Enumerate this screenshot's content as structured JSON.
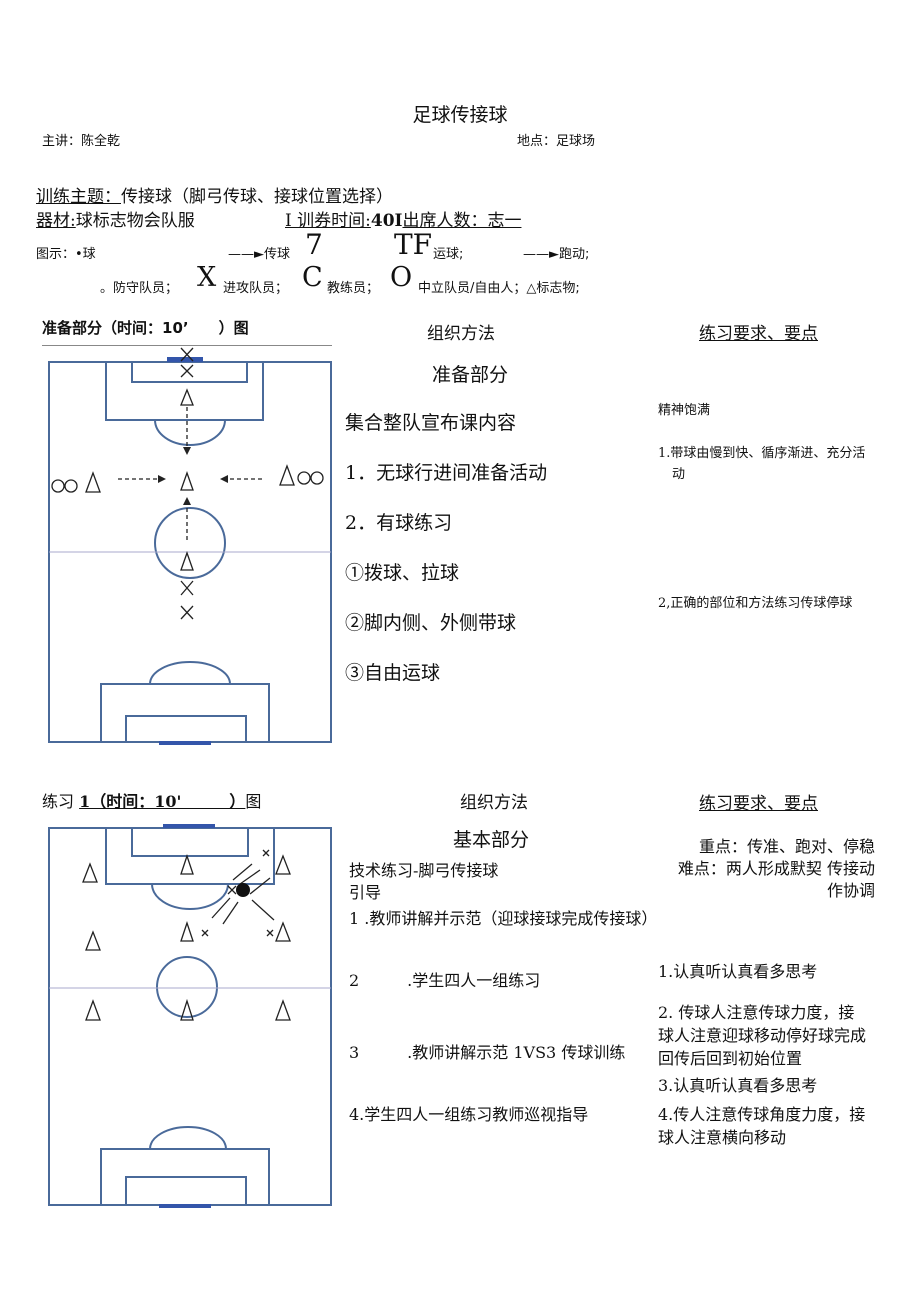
{
  "title": "足球传接球",
  "lecturer": "主讲：陈全乾",
  "location": "地点：足球场",
  "theme_label": "训练主题：",
  "theme_value": "传接球（脚弓传球、接球位置选择）",
  "equipment_label": "器材:",
  "equipment_value": "球标志物会队服",
  "time_label": "I 训券时间:",
  "time_value": "40I",
  "attendance": "出席人数：志一",
  "legend_line1": {
    "label": "图示：•球",
    "pass": "——►传球",
    "pass_mark": "7",
    "dribble_mark": "TF",
    "dribble": "运球;",
    "run": "——►跑动;"
  },
  "legend_line2": {
    "defender_pre": "。防守队员；",
    "attacker_mark": "X",
    "attacker": "进攻队员；",
    "coach_mark": "C",
    "coach": "教练员；",
    "neutral_mark": "O",
    "neutral": "中立队员/自由人；△标志物;"
  },
  "section1": {
    "diagram_title": "准备部分（时间：10’　　）图",
    "org_header": "组织方法",
    "req_header": "练习要求、要点",
    "org_lines": [
      "准备部分",
      "集合整队宣布课内容",
      "1．无球行进间准备活动",
      "2．有球练习",
      "①拨球、拉球",
      "②脚内侧、外侧带球",
      "③自由运球"
    ],
    "req_lines": [
      "精神饱满",
      "1.带球由慢到快、循序渐进、充分活动",
      "2,正确的部位和方法练习传球停球"
    ]
  },
  "section2": {
    "diagram_title_prefix": "练习",
    "diagram_title_num": "1（时间：10'　　　）",
    "diagram_title_suffix": "图",
    "org_header": "组织方法",
    "req_header": "练习要求、要点",
    "org_heading": "基本部分",
    "org_lines": [
      "技术练习-脚弓传接球",
      "引导",
      "1 .教师讲解并示范（迎球接球完成传接球）",
      "2　　　.学生四人一组练习",
      "3　　　.教师讲解示范 1VS3 传球训练",
      "4.学生四人一组练习教师巡视指导"
    ],
    "key_point": "重点：传准、跑对、停稳",
    "difficulty": "难点：两人形成默契 传接动作协调",
    "req_lines": [
      "1.认真听认真看多思考",
      "2. 传球人注意传球力度，接球人注意迎球移动停好球完成回传后回到初始位置",
      "3.认真听认真看多思考",
      "4.传人注意传球角度力度，接球人注意横向移动"
    ]
  },
  "colors": {
    "field_line": "#4a6a9a",
    "goal_bar": "#3355aa"
  }
}
